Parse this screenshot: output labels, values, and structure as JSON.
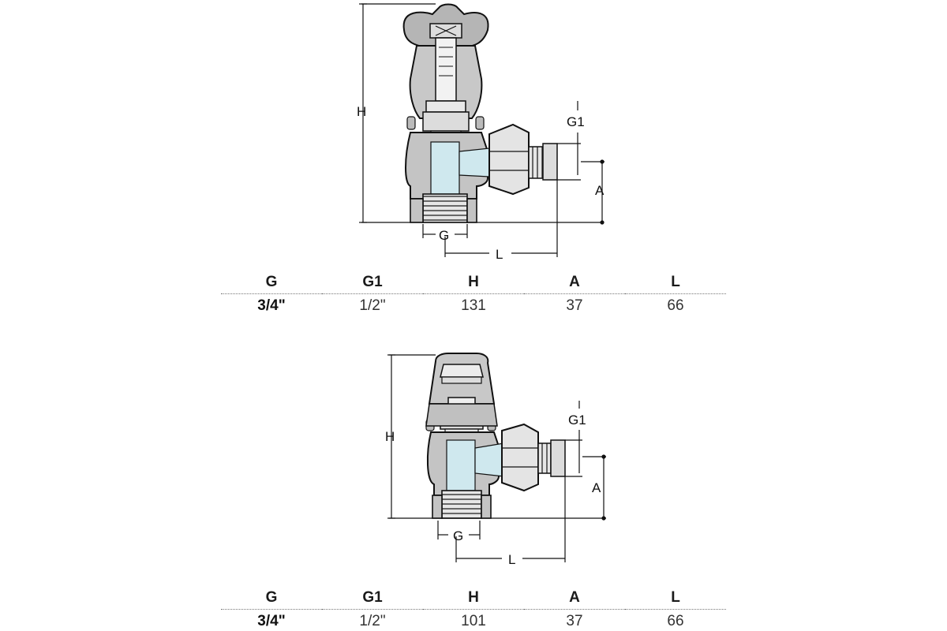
{
  "diagrams": [
    {
      "labels": {
        "h": "H",
        "g1": "G1",
        "a": "A",
        "g": "G",
        "l": "L"
      },
      "table": {
        "headers": [
          "G",
          "G1",
          "H",
          "A",
          "L"
        ],
        "values": [
          "3/4\"",
          "1/2\"",
          "131",
          "37",
          "66"
        ]
      }
    },
    {
      "labels": {
        "h": "H",
        "g1": "G1",
        "a": "A",
        "g": "G",
        "l": "L"
      },
      "table": {
        "headers": [
          "G",
          "G1",
          "H",
          "A",
          "L"
        ],
        "values": [
          "3/4\"",
          "1/2\"",
          "101",
          "37",
          "66"
        ]
      }
    }
  ],
  "colors": {
    "body": "#c8c8c8",
    "body_dark": "#9a9a9a",
    "water": "#cfe8ee",
    "line": "#111111"
  }
}
